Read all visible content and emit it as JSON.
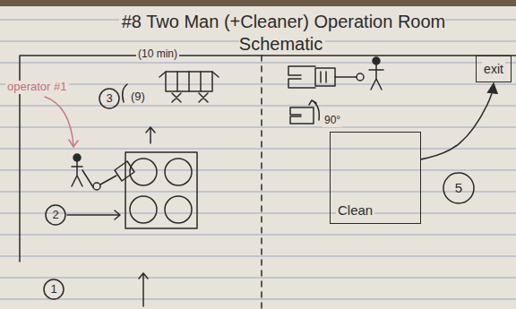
{
  "diagram": {
    "title": "#8 Two Man (+Cleaner) Operation Room Schematic",
    "nodes": [
      {
        "text": [
          "exit"
        ]
      },
      {
        "text": [
          "Clean"
        ]
      }
    ],
    "edges": [
      {
        "from": 1,
        "to": 0,
        "arrow": "to"
      }
    ],
    "labels": [
      "operator #1",
      "3",
      "(9)",
      "(10 min)",
      "2",
      "90°",
      "5",
      "1"
    ]
  }
}
